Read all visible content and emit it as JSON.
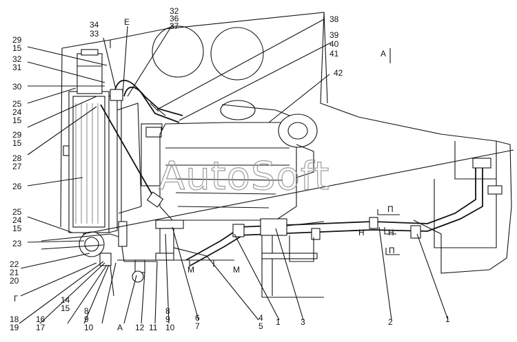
{
  "watermark": "AutoSoft",
  "view_marker": "A",
  "callouts": [
    "34",
    "33",
    "E",
    "32",
    "36",
    "37",
    "38",
    "39",
    "40",
    "41",
    "42",
    "29",
    "15",
    "32",
    "31",
    "30",
    "25",
    "24",
    "15",
    "29",
    "15",
    "28",
    "27",
    "26",
    "25",
    "24",
    "15",
    "23",
    "22",
    "21",
    "20",
    "Г",
    "18",
    "19",
    "16",
    "17",
    "14",
    "15",
    "8",
    "9",
    "10",
    "А",
    "12",
    "11",
    "8",
    "9",
    "10",
    "6",
    "7",
    "4",
    "5",
    "1",
    "3",
    "2",
    "1",
    "М",
    "М",
    "П",
    "Н",
    "Н",
    "П"
  ]
}
